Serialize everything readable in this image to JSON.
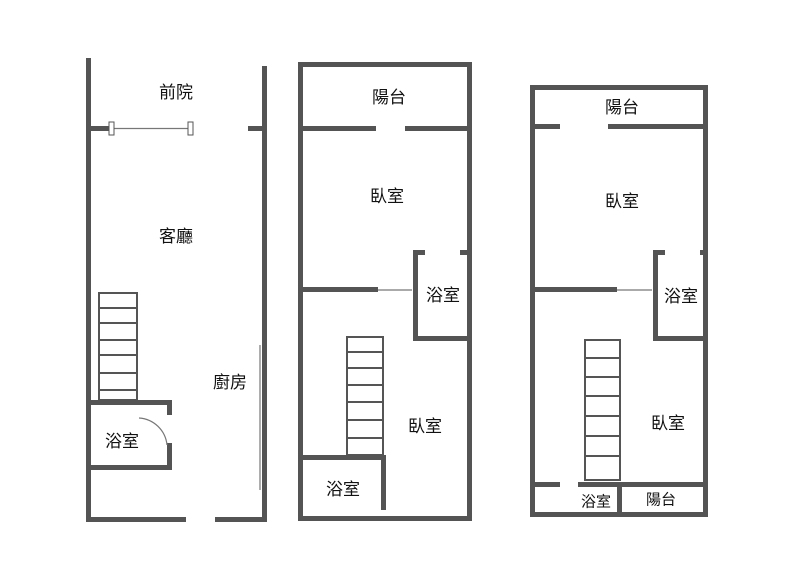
{
  "floors": [
    {
      "name": "floor-1",
      "rooms": {
        "front_yard": "前院",
        "living_room": "客廳",
        "kitchen": "廚房",
        "bathroom": "浴室"
      }
    },
    {
      "name": "floor-2",
      "rooms": {
        "balcony": "陽台",
        "bedroom_front": "臥室",
        "bathroom_mid": "浴室",
        "bedroom_back": "臥室",
        "bathroom_back": "浴室"
      }
    },
    {
      "name": "floor-3",
      "rooms": {
        "balcony_front": "陽台",
        "bedroom_front": "臥室",
        "bathroom_mid": "浴室",
        "bedroom_back": "臥室",
        "bathroom_back": "浴室",
        "balcony_back": "陽台"
      }
    }
  ]
}
